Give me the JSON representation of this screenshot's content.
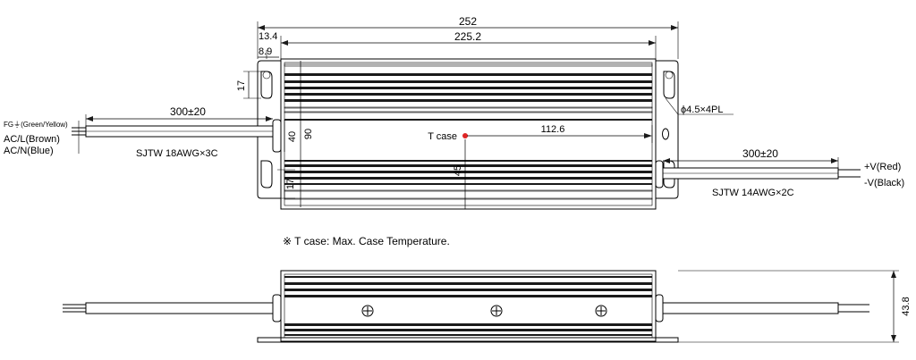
{
  "dimensions": {
    "overall_length": "252",
    "body_length": "225.2",
    "flange_offset": "13.4",
    "hole_offset": "8.9",
    "hole_height_top": "17",
    "hole_height_bottom": "17",
    "inner_height": "40",
    "body_height": "90",
    "tcase_half_height": "45",
    "tcase_offset": "112.6",
    "case_thickness": "43.8",
    "input_cable_length": "300±20",
    "output_cable_length": "300±20"
  },
  "labels": {
    "tcase": "T case",
    "mounting_hole": "ϕ4.5×4PL",
    "input_fg": "FG⏚(Green/Yellow)",
    "input_l": "AC/L(Brown)",
    "input_n": "AC/N(Blue)",
    "input_cable": "SJTW 18AWG×3C",
    "output_pos": "+V(Red)",
    "output_neg": "-V(Black)",
    "output_cable": "SJTW 14AWG×2C",
    "footnote": "※ T case: Max. Case Temperature."
  },
  "colors": {
    "tcase_marker": "#e02424",
    "line": "#000000",
    "fin": "#1a1a1a"
  }
}
